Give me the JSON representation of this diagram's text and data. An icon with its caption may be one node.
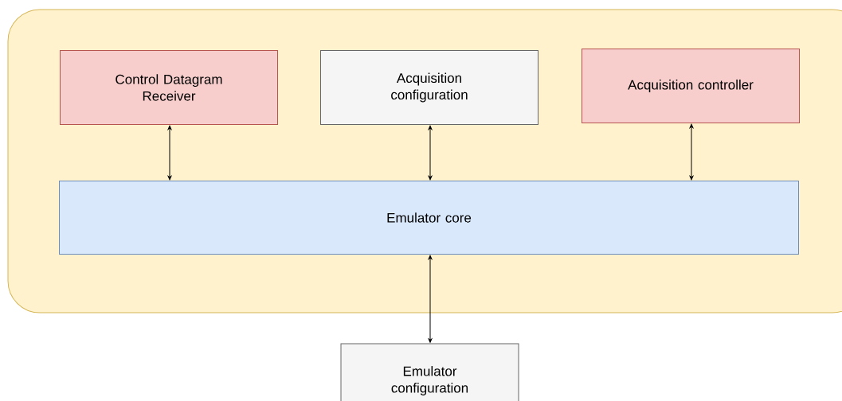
{
  "diagram": {
    "nodes": [
      {
        "text": [],
        "shape": "box"
      },
      {
        "text": [
          "Control Datagram Receiver"
        ],
        "in": 0
      },
      {
        "text": [
          "Acquisition configuration"
        ],
        "in": 0
      },
      {
        "text": [
          "Acquisition controller"
        ],
        "in": 0
      },
      {
        "text": [
          "Emulator core"
        ],
        "in": 0
      },
      {
        "text": [
          "Emulator configuration"
        ]
      }
    ],
    "edges": [
      {
        "from": 1,
        "to": 4,
        "arrow": "both"
      },
      {
        "from": 2,
        "to": 4,
        "arrow": "both"
      },
      {
        "from": 3,
        "to": 4,
        "arrow": "both"
      },
      {
        "from": 4,
        "to": 5,
        "arrow": "both"
      }
    ]
  }
}
